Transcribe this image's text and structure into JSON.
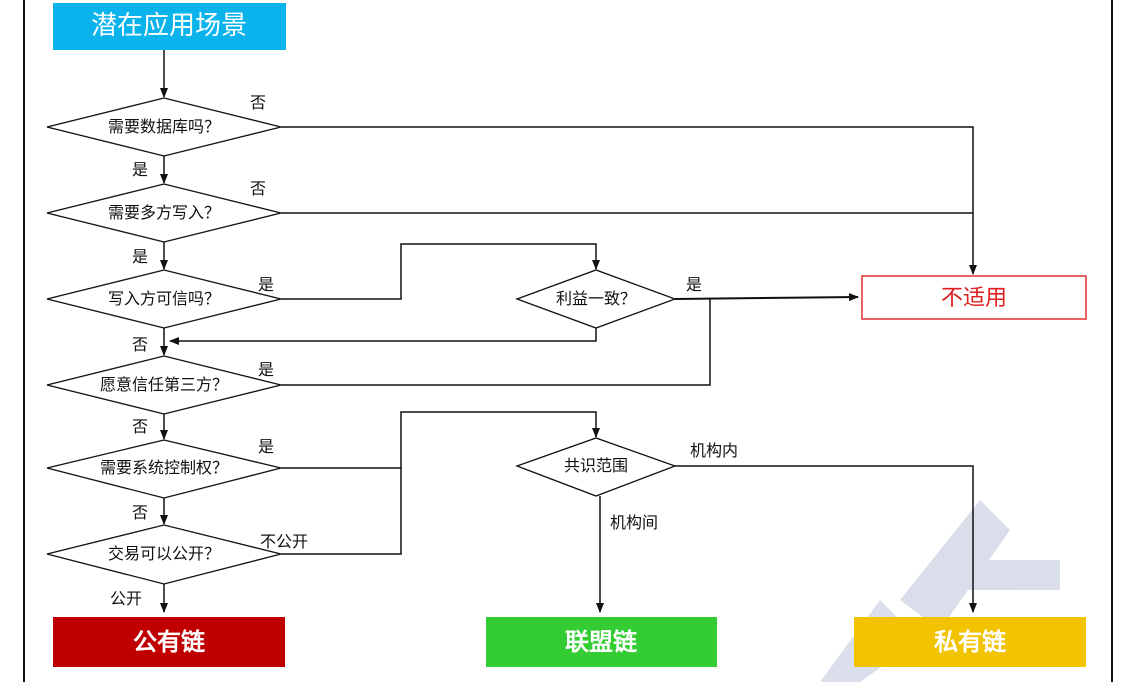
{
  "diagram": {
    "start_box": "潜在应用场景",
    "decisions": {
      "need_db": "需要数据库吗？",
      "multi_write": "需要多方写入？",
      "writer_trust": "写入方可信吗？",
      "interest": "利益一致？",
      "third_party": "愿意信任第三方？",
      "system_control": "需要系统控制权？",
      "tx_public": "交易可以公开？",
      "consensus": "共识范围"
    },
    "results": {
      "not_applicable": "不适用",
      "public_chain": "公有链",
      "consortium_chain": "联盟链",
      "private_chain": "私有链"
    },
    "edge_labels": {
      "need_db_no": "否",
      "need_db_yes": "是",
      "multi_write_no": "否",
      "multi_write_yes": "是",
      "writer_trust_yes": "是",
      "interest_yes": "是",
      "writer_trust_no": "否",
      "third_party_yes": "是",
      "third_party_no": "否",
      "system_control_yes": "是",
      "system_control_no": "否",
      "tx_not_public": "不公开",
      "tx_public": "公开",
      "within_org": "机构内",
      "between_orgs": "机构间"
    },
    "colors": {
      "start": "#0bb3ec",
      "not_applicable_border": "#e03030",
      "not_applicable_text": "#e02020",
      "public_chain": "#c00000",
      "consortium_chain": "#33cc33",
      "private_chain": "#f2c300",
      "lines": "#111111"
    }
  }
}
